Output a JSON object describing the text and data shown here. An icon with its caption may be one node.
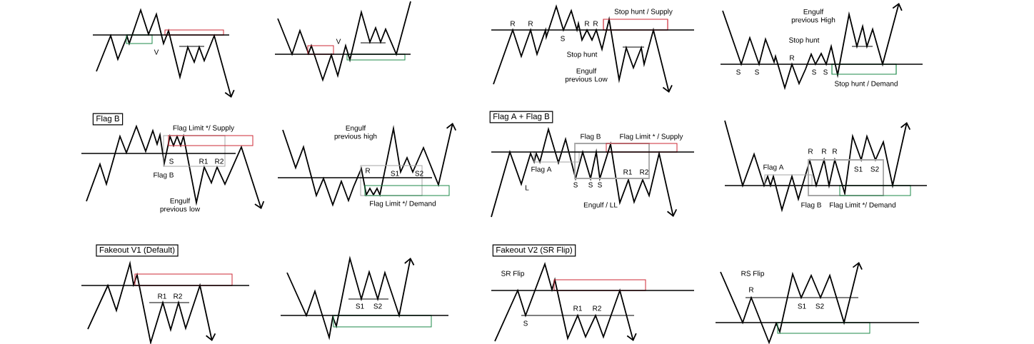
{
  "diagram": {
    "nodes": [
      {
        "text": [
          "Flag B"
        ]
      },
      {
        "text": [
          "Flag A + Flag B"
        ]
      },
      {
        "text": [
          "Fakeout V1 (Default)"
        ]
      },
      {
        "text": [
          "Fakeout V2 (SR Flip)"
        ]
      }
    ],
    "labels": [
      "V",
      "V",
      "R",
      "R",
      "S",
      "R",
      "R",
      "Stop hunt / Supply",
      "Stop hunt",
      "Engulf previous Low",
      "Engulf previous High",
      "Stop hunt",
      "R",
      "S",
      "S",
      "S",
      "S",
      "Stop hunt / Demand",
      "Flag Limit */ Supply",
      "S",
      "R1",
      "R2",
      "Flag B",
      "Engulf previous low",
      "Engulf previous high",
      "R",
      "S1",
      "S2",
      "Flag Limit */ Demand",
      "Flag B",
      "Flag Limit * / Supply",
      "Flag A",
      "L",
      "S",
      "S",
      "S",
      "R1",
      "R2",
      "Engulf / LL",
      "Flag A",
      "R",
      "R",
      "R",
      "S1",
      "S2",
      "Flag B",
      "Flag Limit */ Demand",
      "R1",
      "R2",
      "S1",
      "S2",
      "SR Flip",
      "S",
      "R1",
      "R2",
      "RS Flip",
      "R",
      "S1",
      "S2"
    ]
  }
}
